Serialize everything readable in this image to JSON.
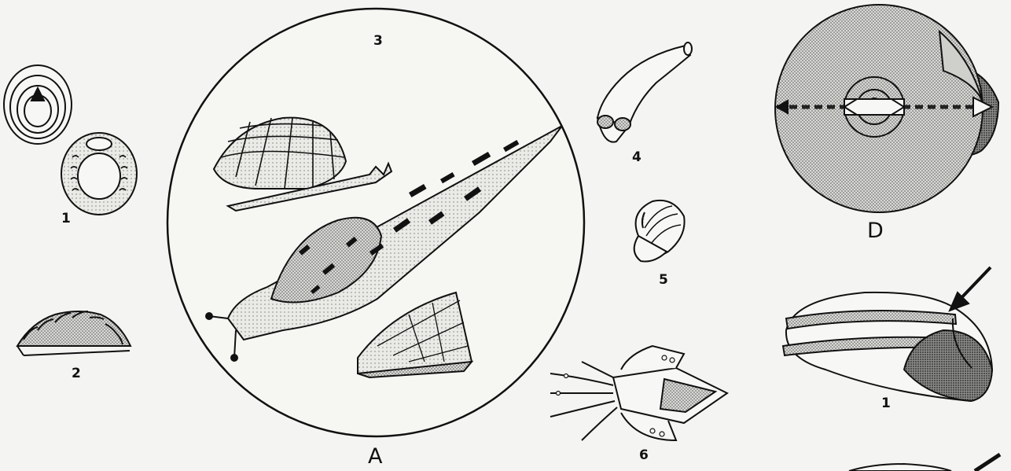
{
  "labels": {
    "fig_1": "1",
    "fig_2": "2",
    "fig_3": "3",
    "fig_4": "4",
    "fig_5": "5",
    "fig_6": "6",
    "panel_a": "A",
    "panel_d": "D",
    "right_fig_1": "1"
  },
  "colors": {
    "ink": "#111111",
    "paper": "#f4f4f2",
    "stipple": "#9a9a9a",
    "dark": "#3b3b3b"
  }
}
